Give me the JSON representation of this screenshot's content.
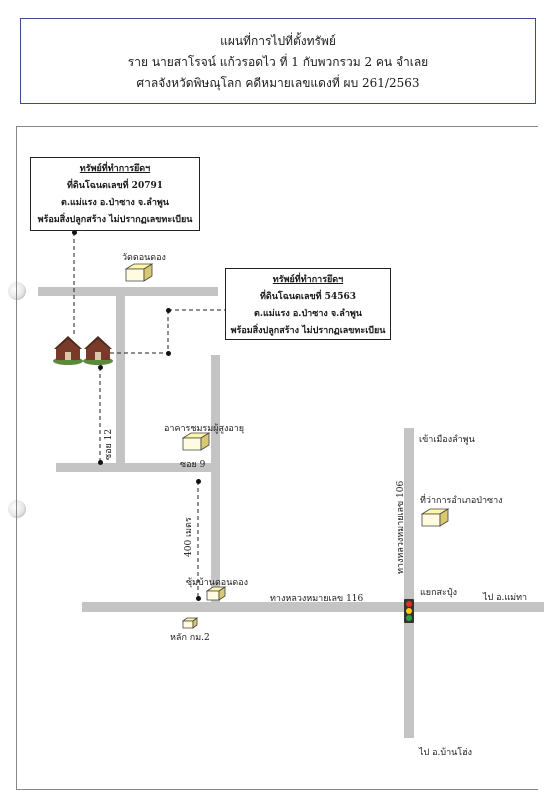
{
  "header": {
    "title": "แผนที่การไปที่ตั้งทรัพย์",
    "line2": "ราย นายสาโรจน์ แก้วรอดไว ที่ 1 กับพวกรวม 2 คน จำเลย",
    "line3": "ศาลจังหวัดพิษณุโลก คดีหมายเลขแดงที่ ผบ 261/2563"
  },
  "property1": {
    "title": "ทรัพย์ที่ทำการยึดฯ",
    "deed": "ที่ดินโฉนดเลขที่ 20791",
    "location": "ต.แม่แรง อ.ป่าซาง จ.ลำพูน",
    "note": "พร้อมสิ่งปลูกสร้าง ไม่ปรากฏเลขทะเบียน"
  },
  "property2": {
    "title": "ทรัพย์ที่ทำการยึดฯ",
    "deed": "ที่ดินโฉนดเลขที่ 54563",
    "location": "ต.แม่แรง อ.ป่าซาง จ.ลำพูน",
    "note": "พร้อมสิ่งปลูกสร้าง ไม่ปรากฏเลขทะเบียน"
  },
  "landmarks": {
    "temple": "วัดดอนดอง",
    "elderly_hall": "อาคารชมรมผู้สูงอายุ",
    "district_office": "ที่ว่าการอำเภอป่าซาง",
    "village_arch": "ซุ้มบ้านดอนดอง",
    "km_post": "หลัก กม.2",
    "intersection": "แยกสะปุ๋ง"
  },
  "roads": {
    "soi12": "ซอย 12",
    "soi9": "ซอย 9",
    "distance": "400 เมตร",
    "highway116": "ทางหลวงหมายเลข 116",
    "highway106": "ทางหลวงหมายเลข 106"
  },
  "directions": {
    "north": "เข้าเมืองลำพูน",
    "east": "ไป อ.แม่ทา",
    "south": "ไป อ.บ้านโฮ่ง"
  },
  "colors": {
    "road": "#c4c4c4",
    "header_border": "#3a4a9a",
    "traffic_light": "#ffcc00"
  }
}
